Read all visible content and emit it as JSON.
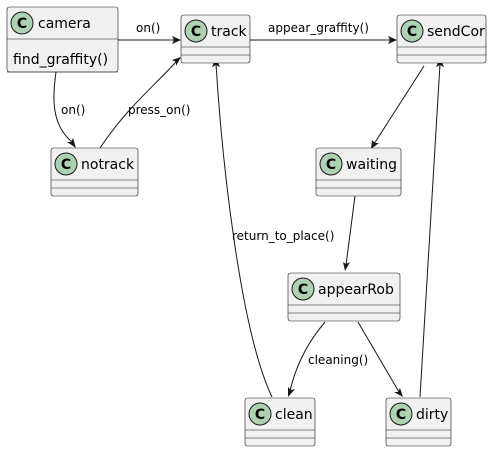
{
  "classes": {
    "camera": {
      "name": "camera",
      "stereotype": "C",
      "methods": [
        "find_graffity()"
      ]
    },
    "track": {
      "name": "track",
      "stereotype": "C",
      "methods": []
    },
    "sendCor": {
      "name": "sendCor",
      "stereotype": "C",
      "methods": []
    },
    "notrack": {
      "name": "notrack",
      "stereotype": "C",
      "methods": []
    },
    "waiting": {
      "name": "waiting",
      "stereotype": "C",
      "methods": []
    },
    "appearRob": {
      "name": "appearRob",
      "stereotype": "C",
      "methods": []
    },
    "clean": {
      "name": "clean",
      "stereotype": "C",
      "methods": []
    },
    "dirty": {
      "name": "dirty",
      "stereotype": "C",
      "methods": []
    }
  },
  "edges": {
    "camera_track": {
      "from": "camera",
      "to": "track",
      "label": "on()"
    },
    "track_sendCor": {
      "from": "track",
      "to": "sendCor",
      "label": "appear_graffity()"
    },
    "camera_notrack": {
      "from": "camera",
      "to": "notrack",
      "label": "on()"
    },
    "notrack_track": {
      "from": "notrack",
      "to": "track",
      "label": "press_on()"
    },
    "sendCor_waiting": {
      "from": "sendCor",
      "to": "waiting",
      "label": ""
    },
    "waiting_appearRob": {
      "from": "waiting",
      "to": "appearRob",
      "label": ""
    },
    "appearRob_clean": {
      "from": "appearRob",
      "to": "clean",
      "label": "cleaning()"
    },
    "appearRob_dirty": {
      "from": "appearRob",
      "to": "dirty",
      "label": ""
    },
    "clean_track": {
      "from": "clean",
      "to": "track",
      "label": "return_to_place()"
    },
    "dirty_sendCor": {
      "from": "dirty",
      "to": "sendCor",
      "label": ""
    }
  }
}
